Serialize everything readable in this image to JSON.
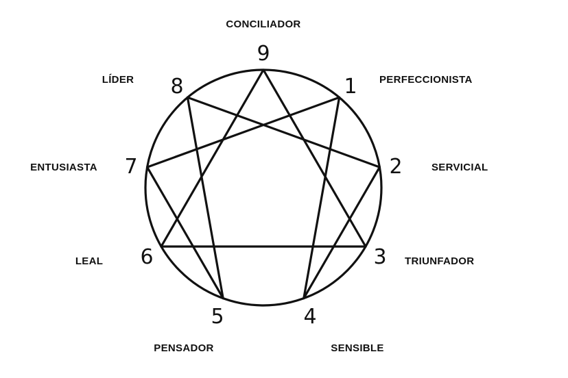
{
  "diagram": {
    "points": [
      {
        "number": "9",
        "label": "CONCILIADOR"
      },
      {
        "number": "1",
        "label": "PERFECCIONISTA"
      },
      {
        "number": "2",
        "label": "SERVICIAL"
      },
      {
        "number": "3",
        "label": "TRIUNFADOR"
      },
      {
        "number": "4",
        "label": "SENSIBLE"
      },
      {
        "number": "5",
        "label": "PENSADOR"
      },
      {
        "number": "6",
        "label": "LEAL"
      },
      {
        "number": "7",
        "label": "ENTUSIASTA"
      },
      {
        "number": "8",
        "label": "LÍDER"
      }
    ],
    "connections": [
      [
        "1",
        "4"
      ],
      [
        "4",
        "2"
      ],
      [
        "2",
        "8"
      ],
      [
        "8",
        "5"
      ],
      [
        "5",
        "7"
      ],
      [
        "7",
        "1"
      ],
      [
        "9",
        "3"
      ],
      [
        "3",
        "6"
      ],
      [
        "6",
        "9"
      ]
    ],
    "line_color": "#111111"
  }
}
